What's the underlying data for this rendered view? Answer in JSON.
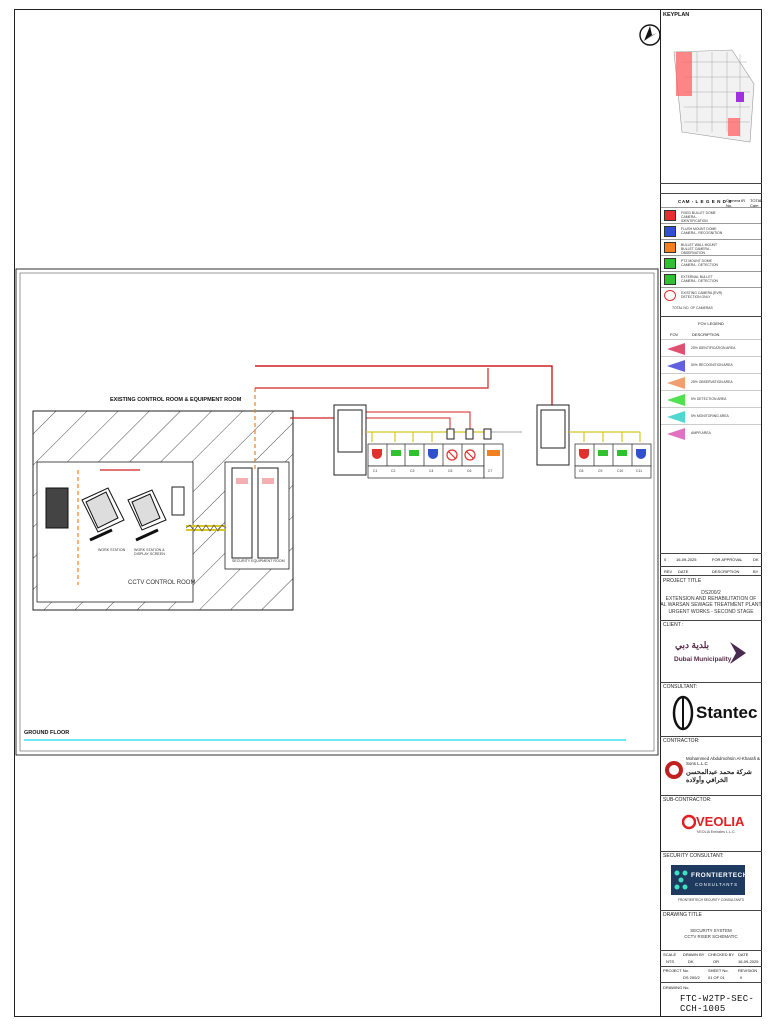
{
  "keyplan": {
    "title": "KEYPLAN"
  },
  "legend": {
    "title": "CAM - L E G E N D S",
    "col_headers": [
      "Camera No.",
      "IR",
      "TOTAL Cam"
    ],
    "items": [
      {
        "text": "FIXED BULLET DOME CAMERA - IDENTIFICATION",
        "color": "#e03030",
        "icon": "dome-camera-icon"
      },
      {
        "text": "FLUSH MOUNT DOME CAMERA - RECOGNITION",
        "color": "#3050d0",
        "icon": "dome-camera-icon"
      },
      {
        "text": "BULLET WALL MOUNT BULLET CAMERA - OBSERVATION",
        "color": "#f08020",
        "icon": "bullet-camera-icon"
      },
      {
        "text": "PTZ MOUNT DOME CAMERA - DETECTION",
        "color": "#30c030",
        "icon": "dome-camera-icon"
      },
      {
        "text": "EXTERNAL BULLET CAMERA - DETECTION",
        "color": "#30c030",
        "icon": "bullet-camera-icon"
      },
      {
        "text": "EXISTING CAMERA (EVR) DETECTION ONLY",
        "color": "#e03030",
        "icon": "crossed-camera-icon"
      }
    ],
    "total_label": "TOTAL NO. OF CAMERAS"
  },
  "fov": {
    "title": "FOV LEGEND",
    "headers": [
      "FOV",
      "DESCRIPTION"
    ],
    "items": [
      {
        "text": "25% IDENTIFICATION AREA",
        "color": "#e05070"
      },
      {
        "text": "50% RECOGNITION AREA",
        "color": "#6060e0"
      },
      {
        "text": "25% OBSERVATION AREA",
        "color": "#f0a070"
      },
      {
        "text": "5% DETECTION AREA",
        "color": "#50e050"
      },
      {
        "text": "5% MONITORING AREA",
        "color": "#50d8d0"
      },
      {
        "text": "AMPR AREA",
        "color": "#e070c0"
      }
    ]
  },
  "revisions": {
    "rows": [
      {
        "rev": "0",
        "date": "16-09-2025",
        "description": "FOR APPROVAL",
        "by": "DK"
      }
    ],
    "headers": {
      "rev": "REV",
      "date": "DATE",
      "description": "DESCRIPTION",
      "by": "BY"
    }
  },
  "project": {
    "label": "PROJECT TITLE",
    "lines": [
      "DS200/2",
      "EXTENSION AND REHABILITATION OF",
      "AL WARSAN SEWAGE TREATMENT PLANT",
      "URGENT WORKS - SECOND STAGE"
    ]
  },
  "client": {
    "label": "CLIENT :",
    "arabic": "بلدية دبي",
    "name": "Dubai Municipality"
  },
  "consultant": {
    "label": "CONSULTANT:",
    "name": "Stantec"
  },
  "contractor": {
    "label": "CONTRACTOR:",
    "name": "Mohammed Abdulmohsin Al-Kharafi & Sons L.L.C",
    "arabic": "شركة محمد عبدالمحسن الخرافي وأولاده"
  },
  "subcontractor": {
    "label": "SUB-CONTRACTOR:",
    "name": "VEOLIA",
    "sub": "VEOLIA Emirates L.L.C."
  },
  "security_consultant": {
    "label": "SECURITY CONSULTANT:",
    "name": "FRONTIERTECH",
    "sub": "CONSULTANTS",
    "caption": "FRONTIERTECH SECURITY CONSULTANTS"
  },
  "drawing": {
    "label": "DRAWING TITLE",
    "lines": [
      "SECURITY SYSTEM",
      "CCTV RISER SCHEMATIC"
    ],
    "scale_label": "SCALE",
    "scale": "NTS",
    "drawn_label": "DRAWN BY",
    "drawn": "DK",
    "checked_label": "CHECKED BY",
    "checked": "OR",
    "date_label": "DATE",
    "date": "16-09-2025",
    "project_no_label": "PROJECT No.",
    "project_no": "DS 200/2",
    "sheet_label": "SHEET No.",
    "sheet": "01 OF 01",
    "revision_label": "REVISION",
    "revision": "0",
    "number_label": "DRAWING No.",
    "number": "FTC-W2TP-SEC-CCH-1005"
  },
  "diagram": {
    "room_title": "EXISTING CONTROL ROOM & EQUIPMENT ROOM",
    "cctv_room": "CCTV CONTROL ROOM",
    "security_room": "SECURITY EQUIPMENT ROOM",
    "ws1": "WORK STATION",
    "ws2": "WORK STATION & DISPLAY SCREEN",
    "floor": "GROUND FLOOR",
    "cam_numbers": [
      "C1",
      "C2",
      "C3",
      "C4",
      "C5",
      "C6",
      "C7",
      "C8",
      "C9",
      "C10",
      "C11"
    ]
  }
}
